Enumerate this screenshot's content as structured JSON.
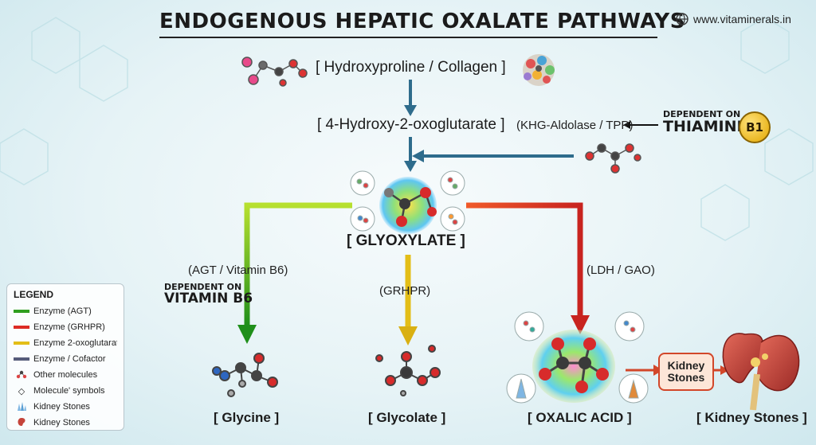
{
  "header": {
    "title": "ENDOGENOUS HEPATIC OXALATE PATHWAYS",
    "site": "www.vitaminerals.in",
    "site_icon": "globe-icon"
  },
  "nodes": {
    "hydroxyproline": "[ Hydroxyproline / Collagen ]",
    "hog": "[ 4-Hydroxy-2-oxoglutarate ]",
    "glyoxylate": "[ GLYOXYLATE ]",
    "glycine": "[ Glycine ]",
    "glycolate": "[ Glycolate ]",
    "oxalic_acid": "[ OXALIC ACID ]",
    "kidney_stones": "[ Kidney Stones ]"
  },
  "enzymes": {
    "khg": "(KHG-Aldolase / TPP)",
    "agt": "(AGT / Vitamin B6)",
    "grhpr": "(GRHPR)",
    "ldh": "(LDH / GAO)"
  },
  "dependencies": {
    "thiamine_line1": "DEPENDENT ON",
    "thiamine_line2": "THIAMINE",
    "b1_badge": "B1",
    "b6_line1": "DEPENDENT ON",
    "b6_line2": "VITAMIN B6"
  },
  "callout": {
    "line1": "Kidney",
    "line2": "Stones"
  },
  "legend": {
    "title": "LEGEND",
    "items": [
      {
        "label": "Enzyme (AGT)",
        "color": "#2f9e1f",
        "kind": "swatch"
      },
      {
        "label": "Enzyme (GRHPR)",
        "color": "#dd2b25",
        "kind": "swatch"
      },
      {
        "label": "Enzyme 2-oxoglutarat",
        "color": "#e3be17",
        "kind": "swatch"
      },
      {
        "label": "Enzyme / Cofactor",
        "color": "#565c7a",
        "kind": "swatch"
      },
      {
        "label": "Other molecules",
        "icon": "molecule-icon",
        "kind": "icon"
      },
      {
        "label": "Molecule' symbols",
        "icon": "diamond-icon",
        "kind": "icon"
      },
      {
        "label": "Kidney Stones",
        "icon": "crystal-icon",
        "kind": "icon"
      },
      {
        "label": "Kidney Stones",
        "icon": "kidney-icon",
        "kind": "icon"
      }
    ]
  },
  "colors": {
    "main_arrow": "#2e6c8c",
    "agt_arrow": "#2f9e1f",
    "grhpr_arrow": "#e3be17",
    "ldh_arrow": "#c8231f"
  }
}
